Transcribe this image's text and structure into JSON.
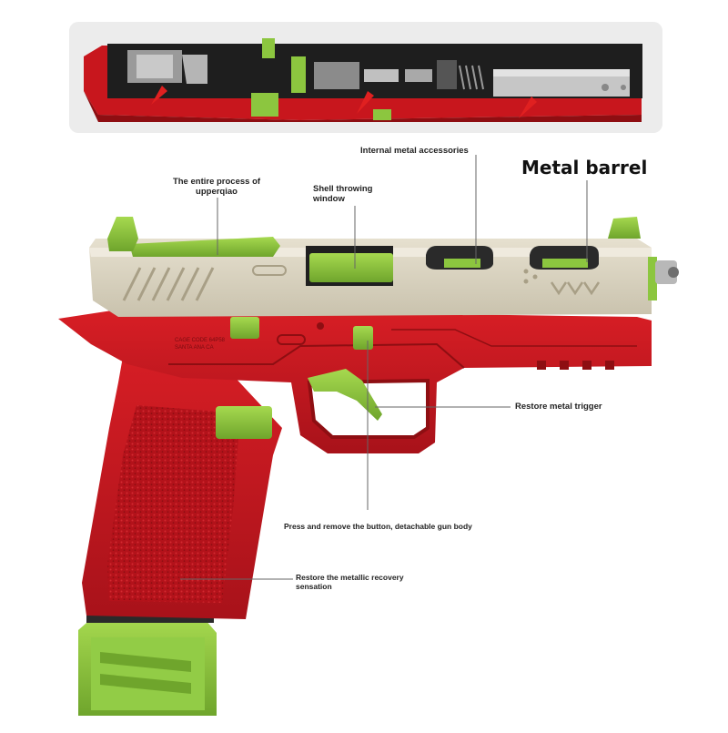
{
  "annotations": {
    "internal": "Internal metal accessories",
    "barrel": "Metal barrel",
    "upper_process_l1": "The entire process of",
    "upper_process_l2": "upperqiao",
    "shell_window_l1": "Shell throwing",
    "shell_window_l2": "window",
    "trigger": "Restore metal trigger",
    "detach": "Press and remove the button, detachable gun body",
    "recovery_l1": "Restore the metallic recovery",
    "recovery_l2": "sensation"
  },
  "engraving": {
    "frame_l1": "CAGE CODE 64P58",
    "frame_l2": "SANTA ANA CA"
  },
  "colors": {
    "frame_red": "#c8161d",
    "frame_dark_red": "#8e0e12",
    "slide_tan": "#d8d2bf",
    "accent_green": "#8cc63f",
    "dark_green": "#5e8f24",
    "metal": "#b8b8b8",
    "inset_bg": "#ececec",
    "arrow_red": "#e02020"
  }
}
